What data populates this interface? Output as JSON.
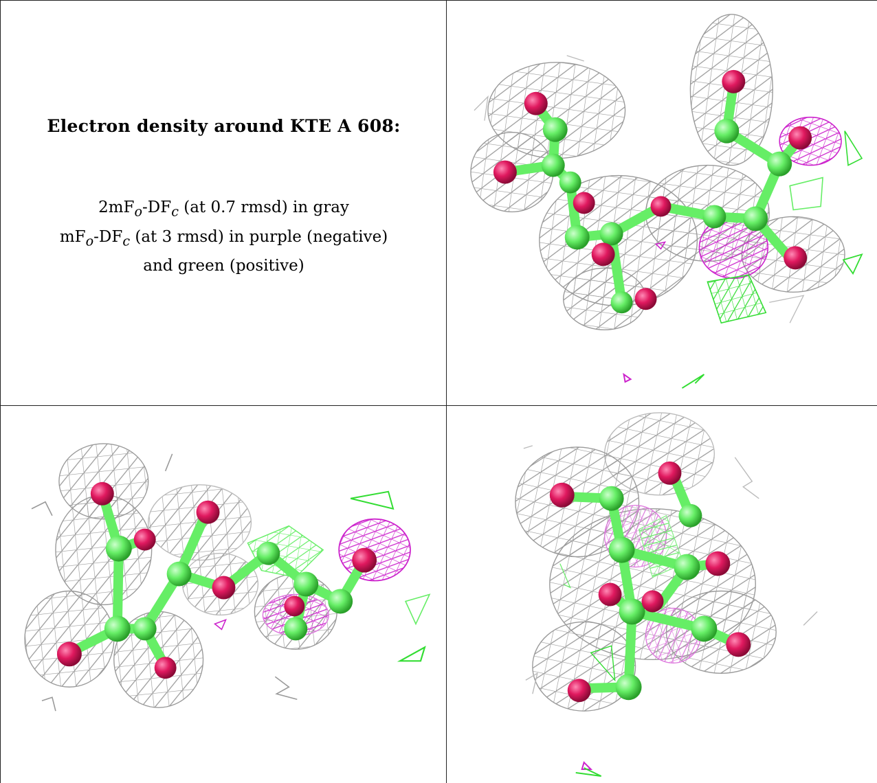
{
  "legend": {
    "title": "Electron density around KTE A 608:",
    "line1": {
      "prefix": "2mF",
      "sub1": "o",
      "mid": "-DF",
      "sub2": "c",
      "suffix": " (at 0.7 rmsd) in gray"
    },
    "line2": {
      "prefix": "mF",
      "sub1": "o",
      "mid": "-DF",
      "sub2": "c",
      "suffix": " (at 3 rmsd) in purple (negative)"
    },
    "line3": "and green (positive)"
  },
  "colors": {
    "mesh_2fofc": "#9a9a9a",
    "mesh_negative": "#cc22cc",
    "mesh_positive": "#33dd33",
    "carbon": "#66ee66",
    "oxygen": "#e0195f",
    "grid_lines": "#222222"
  },
  "views": [
    {
      "name": "view-top-right"
    },
    {
      "name": "view-bottom-left"
    },
    {
      "name": "view-bottom-right"
    }
  ]
}
